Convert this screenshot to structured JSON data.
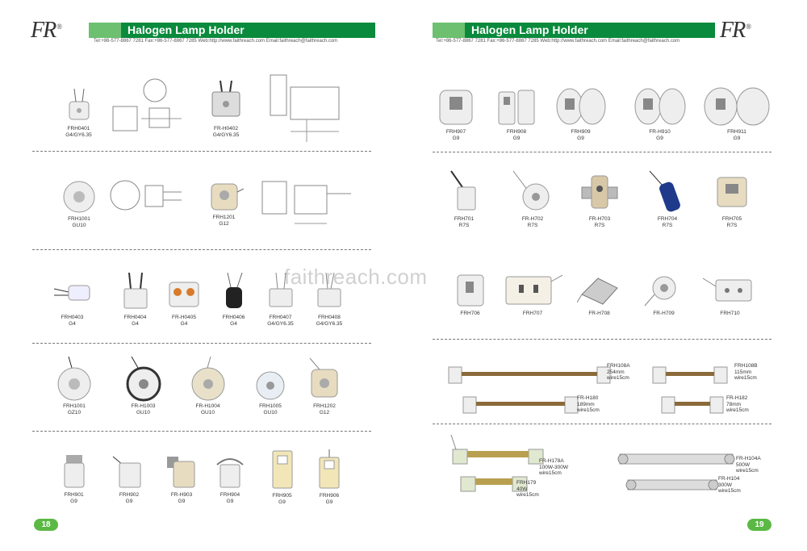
{
  "brand": {
    "logo": "FR",
    "reg": "®"
  },
  "header": {
    "title": "Halogen Lamp Holder",
    "contact": "Tel:+86-577-8867 7281  Fax:+86-577-8867 7285  Web:http://www.faithreach.com  Email:faithreach@faithreach.com"
  },
  "watermark": "faithreach.com",
  "left_page": {
    "page_number": "18",
    "row1": [
      {
        "code": "FRH0401",
        "type": "G4/GY6.35"
      },
      {
        "code": "FR-H0402",
        "type": "G4/GY6.35"
      }
    ],
    "row2": [
      {
        "code": "FRH1001",
        "type": "GU10"
      },
      {
        "code": "FRH1201",
        "type": "G12"
      }
    ],
    "row3": [
      {
        "code": "FRH0403",
        "type": "G4"
      },
      {
        "code": "FRH0404",
        "type": "G4"
      },
      {
        "code": "FR-H0405",
        "type": "G4"
      },
      {
        "code": "FRH0406",
        "type": "G4"
      },
      {
        "code": "FRH0407",
        "type": "G4/GY6.35"
      },
      {
        "code": "FRH0408",
        "type": "G4/GY6.35"
      }
    ],
    "row4": [
      {
        "code": "FRH1001",
        "type": "GZ10"
      },
      {
        "code": "FR-H1003",
        "type": "GU10"
      },
      {
        "code": "FR-H1004",
        "type": "GU10"
      },
      {
        "code": "FRH1005",
        "type": "GU10"
      },
      {
        "code": "FRH1202",
        "type": "G12"
      }
    ],
    "row5": [
      {
        "code": "FRH901",
        "type": "G9"
      },
      {
        "code": "FRH902",
        "type": "G9"
      },
      {
        "code": "FR-H903",
        "type": "G9"
      },
      {
        "code": "FRH904",
        "type": "G9"
      },
      {
        "code": "FRH905",
        "type": "G9"
      },
      {
        "code": "FRH906",
        "type": "G9"
      }
    ]
  },
  "right_page": {
    "page_number": "19",
    "row1": [
      {
        "code": "FRH907",
        "type": "G9"
      },
      {
        "code": "FRH908",
        "type": "G9"
      },
      {
        "code": "FRH909",
        "type": "G9"
      },
      {
        "code": "FR-H910",
        "type": "G9"
      },
      {
        "code": "FRH911",
        "type": "G9"
      }
    ],
    "row2": [
      {
        "code": "FRH701",
        "type": "R7S"
      },
      {
        "code": "FR-H702",
        "type": "R7S"
      },
      {
        "code": "FR-H703",
        "type": "R7S"
      },
      {
        "code": "FRH704",
        "type": "R7S"
      },
      {
        "code": "FRH705",
        "type": "R7S"
      }
    ],
    "row3": [
      {
        "code": "FRH706",
        "type": ""
      },
      {
        "code": "FRH707",
        "type": ""
      },
      {
        "code": "FR-H708",
        "type": ""
      },
      {
        "code": "FR-H709",
        "type": ""
      },
      {
        "code": "FRH710",
        "type": ""
      }
    ],
    "specs": [
      {
        "code": "FRH108A",
        "l1": "254mm",
        "l2": "wire15cm"
      },
      {
        "code": "FRH108B",
        "l1": "115mm",
        "l2": "wire15cm"
      },
      {
        "code": "FR-H180",
        "l1": "189mm",
        "l2": "wire15cm"
      },
      {
        "code": "FR-H182",
        "l1": "78mm",
        "l2": "wire15cm"
      },
      {
        "code": "FR-H178A",
        "l1": "100W-300W",
        "l2": "wire15cm"
      },
      {
        "code": "FRH179",
        "l1": "40W",
        "l2": "wire15cm"
      },
      {
        "code": "FR-H104A",
        "l1": "500W",
        "l2": "wire15cm"
      },
      {
        "code": "FR-H104",
        "l1": "300W",
        "l2": "wire15cm"
      }
    ]
  },
  "colors": {
    "header_green": "#0a8a3c",
    "header_light": "#6cc070",
    "page_badge": "#5bb845"
  }
}
